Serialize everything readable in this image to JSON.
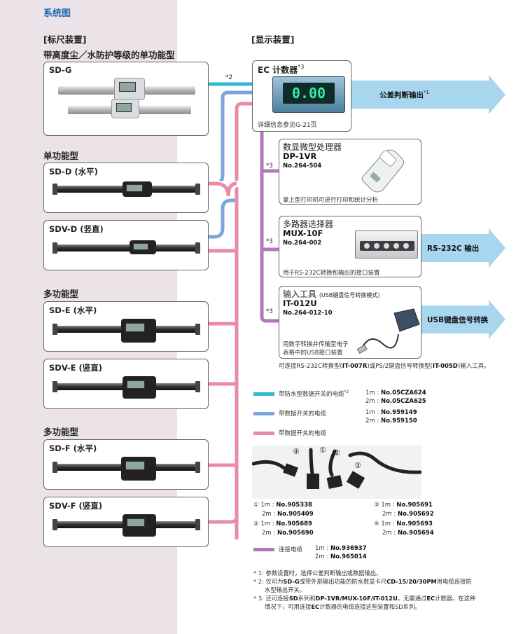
{
  "section_title": "系统图",
  "left": {
    "header": "[标尺装置]",
    "subheader": "带高度尘／水防护等级的单功能型",
    "groups": [
      {
        "label": "单功能型"
      },
      {
        "label": "多功能型"
      },
      {
        "label": "多功能型"
      }
    ],
    "scales": [
      {
        "name": "SD-G"
      },
      {
        "name": "SD-D",
        "suffix": "(水平)"
      },
      {
        "name": "SDV-D",
        "suffix": "(竖直)"
      },
      {
        "name": "SD-E",
        "suffix": "(水平)"
      },
      {
        "name": "SDV-E",
        "suffix": "(竖直)"
      },
      {
        "name": "SD-F",
        "suffix": "(水平)"
      },
      {
        "name": "SDV-F",
        "suffix": "(竖直)"
      }
    ]
  },
  "right": {
    "header": "[显示装置]",
    "ec": {
      "title": "EC 计数器",
      "sup": "*3",
      "note": "详细信息参见G-21页",
      "display": "0.00",
      "cable_note": "*2"
    },
    "devices": [
      {
        "name": "数显微型处理器",
        "model": "DP-1VR",
        "no": "No.264-504",
        "desc": "掌上型打印机可进行打印和统计分析",
        "mark": "*3"
      },
      {
        "name": "多路器选择器",
        "model": "MUX-10F",
        "no": "No.264-002",
        "desc": "用于RS-232C转换和输出的接口装置",
        "mark": "*3"
      },
      {
        "name": "输入工具",
        "name_suffix": "(USB键盘信号转换模式)",
        "model": "IT-012U",
        "no": "No.264-012-10",
        "desc1": "用数字转换并传输至电子",
        "desc2": "表格中的USB接口装置",
        "mark": "*3"
      }
    ],
    "bottom_note_pre": "可连接RS-232C转换型(",
    "bottom_note_b1": "IT-007R",
    "bottom_note_mid": ")或PS/2键盘信号转换型(",
    "bottom_note_b2": "IT-005D",
    "bottom_note_post": ")输入工具。"
  },
  "arrows": [
    {
      "label": "公差判断输出",
      "sup": "*1"
    },
    {
      "label": "RS-232C 输出"
    },
    {
      "label": "USB键盘信号转换"
    }
  ],
  "colors": {
    "cyan": "#2fb8d8",
    "blue": "#7aa6d9",
    "pink": "#e98aa6",
    "purple": "#b07ab8",
    "arrow": "#a9d6ef",
    "section": "#1f6aa8"
  },
  "legend": [
    {
      "label": "带防水型数据开关的电缆",
      "sup": "*2",
      "l1": "1m : ",
      "v1": "No.05CZA624",
      "l2": "2m : ",
      "v2": "No.05CZA625"
    },
    {
      "label": "带数据开关的电缆",
      "l1": "1m : ",
      "v1": "No.959149",
      "l2": "2m : ",
      "v2": "No.959150"
    },
    {
      "label": "带数据开关的电缆"
    }
  ],
  "connectors": {
    "photo_nums": [
      "④",
      "①",
      "②",
      "③"
    ],
    "items": [
      {
        "num": "①",
        "l1": "1m : ",
        "v1": "No.905338",
        "l2": "2m : ",
        "v2": "No.905409"
      },
      {
        "num": "②",
        "l1": "1m : ",
        "v1": "No.905689",
        "l2": "2m : ",
        "v2": "No.905690"
      },
      {
        "num": "③",
        "l1": "1m : ",
        "v1": "No.905691",
        "l2": "2m : ",
        "v2": "No.905692"
      },
      {
        "num": "④",
        "l1": "1m : ",
        "v1": "No.905693",
        "l2": "2m : ",
        "v2": "No.905694"
      }
    ]
  },
  "connect_cable": {
    "label": "连接电缆",
    "l1": "1m : ",
    "v1": "No.936937",
    "l2": "2m : ",
    "v2": "No.965014"
  },
  "footnotes": {
    "f1": {
      "mark": "* 1:",
      "text": "参数设置时，选择公差判断输出或数据输出。"
    },
    "f2": {
      "mark": "* 2:",
      "t1": "仅可为",
      "b1": "SD-G",
      "t2": "或带外部输出功能的防水数显卡尺",
      "b2": "CD-15/20/30PM",
      "t3": "用电缆连接防",
      "line2": "水型输出开关。"
    },
    "f3": {
      "mark": "* 3:",
      "t1": "还可连接",
      "b1": "SD",
      "t2": "系列和",
      "b2": "DP-1VR/MUX-10F/IT-012U",
      "t3": "。无需通过",
      "b3": "EC",
      "t4": "计数器。在这种",
      "l2a": "情况下，可用连接",
      "l2b": "EC",
      "l2c": "计数器的电缆连接这些装置和SD系列。"
    }
  }
}
